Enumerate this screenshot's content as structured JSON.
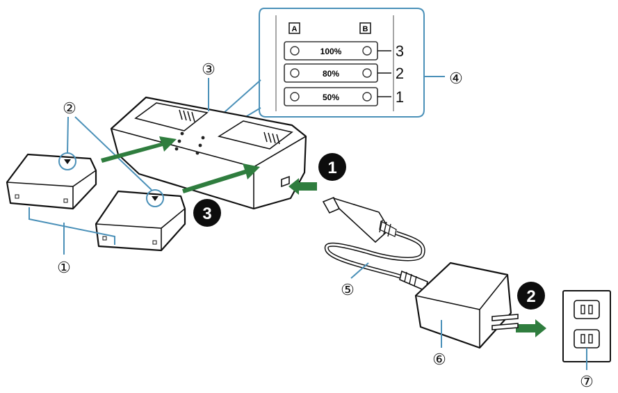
{
  "indicator_panel": {
    "slot_a": "A",
    "slot_b": "B",
    "levels": [
      {
        "percent": "100%",
        "number": "3"
      },
      {
        "percent": "80%",
        "number": "2"
      },
      {
        "percent": "50%",
        "number": "1"
      }
    ]
  },
  "callouts": {
    "batteries": "①",
    "battery_marks": "②",
    "charger": "③",
    "indicator_lamps": "④",
    "usb_cable": "⑤",
    "ac_adapter": "⑥",
    "power_outlet": "⑦"
  },
  "steps": {
    "connect_cable": "1",
    "plug_in": "2",
    "insert_batteries": "3"
  },
  "colors": {
    "callout_line": "#4a90b8",
    "arrow": "#2f7d3e",
    "step_badge": "#0d0d0d"
  }
}
